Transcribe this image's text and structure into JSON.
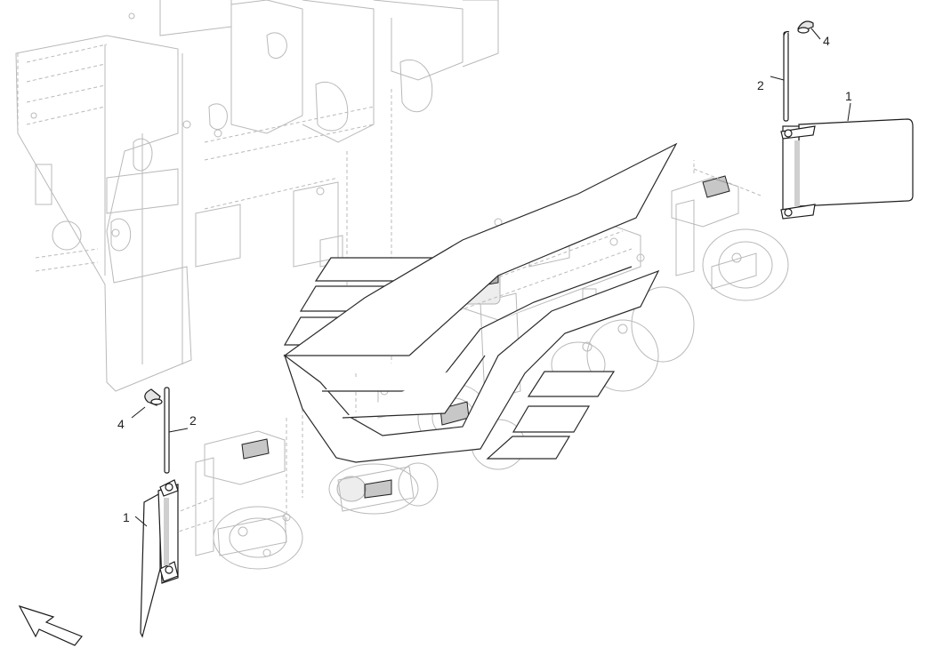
{
  "callouts": {
    "right_1": "1",
    "right_2": "2",
    "right_4": "4",
    "left_1": "1",
    "left_2": "2",
    "left_4": "4"
  },
  "icons": {
    "direction_arrow": "arrow-icon",
    "watermark": "logo-watermark"
  }
}
